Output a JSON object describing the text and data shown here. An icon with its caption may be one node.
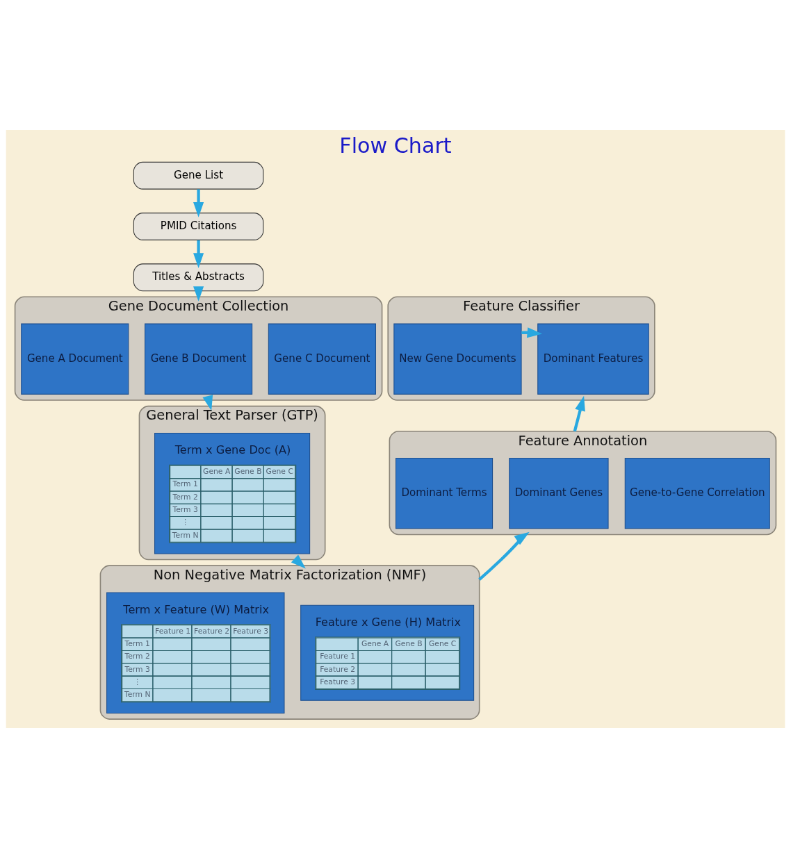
{
  "diagram": {
    "title": "Flow Chart",
    "nodes": [
      {
        "text": [
          "Gene List"
        ]
      },
      {
        "text": [
          "PMID Citations"
        ]
      },
      {
        "text": [
          "Titles & Abstracts"
        ]
      },
      {
        "text": [
          "Gene Document Collection"
        ]
      },
      {
        "text": [
          "Gene A Document"
        ],
        "in": 3
      },
      {
        "text": [
          "Gene B Document"
        ],
        "in": 3
      },
      {
        "text": [
          "Gene C Document"
        ],
        "in": 3
      },
      {
        "text": [
          "General Text Parser (GTP)"
        ]
      },
      {
        "text": [
          "Term x Gene Doc (A)"
        ],
        "in": 7
      },
      {
        "text": [
          "Non Negative Matrix Factorization (NMF)"
        ]
      },
      {
        "text": [
          "Term x Feature (W) Matrix"
        ],
        "in": 9
      },
      {
        "text": [
          "Feature x Gene (H) Matrix"
        ],
        "in": 9
      },
      {
        "text": [
          "Feature Annotation"
        ]
      },
      {
        "text": [
          "Dominant Terms"
        ],
        "in": 12
      },
      {
        "text": [
          "Dominant Genes"
        ],
        "in": 12
      },
      {
        "text": [
          "Gene-to-Gene Correlation"
        ],
        "in": 12
      },
      {
        "text": [
          "Feature Classifier"
        ]
      },
      {
        "text": [
          "New Gene Documents"
        ],
        "in": 16
      },
      {
        "text": [
          "Dominant Features"
        ],
        "in": 16
      }
    ],
    "edges": [
      {
        "from": 0,
        "to": 1,
        "arrow": "to"
      },
      {
        "from": 1,
        "to": 2,
        "arrow": "to"
      },
      {
        "from": 2,
        "to": 3,
        "arrow": "to"
      },
      {
        "from": 3,
        "to": 7,
        "arrow": "to"
      },
      {
        "from": 7,
        "to": 9,
        "arrow": "to"
      },
      {
        "from": 9,
        "to": 12,
        "arrow": "to"
      },
      {
        "from": 12,
        "to": 16,
        "arrow": "to"
      },
      {
        "from": 17,
        "to": 18,
        "arrow": "to"
      }
    ],
    "labels": [
      "Gene A",
      "Gene B",
      "Gene C",
      "Term 1",
      "Term 2",
      "Term 3",
      "⋮",
      "Term N",
      "Feature 1",
      "Feature 2",
      "Feature 3",
      "Term 1",
      "Term 2",
      "Term 3",
      "⋮",
      "Term N",
      "Gene A",
      "Gene B",
      "Gene C",
      "Feature 1",
      "Feature 2",
      "Feature 3"
    ]
  }
}
